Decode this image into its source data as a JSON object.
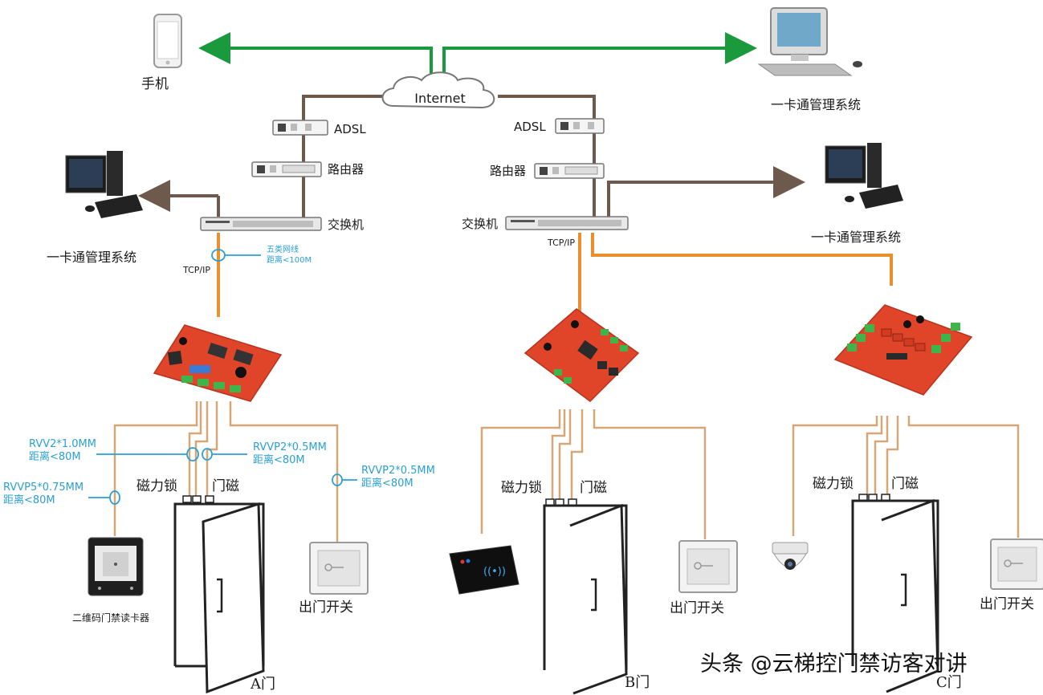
{
  "labels": {
    "phone": "手机",
    "internet": "Internet",
    "mgmt_top_right": "一卡通管理系统",
    "mgmt_left": "一卡通管理系统",
    "mgmt_right": "一卡通管理系统",
    "adsl_a": "ADSL",
    "adsl_b": "ADSL",
    "router_a": "路由器",
    "router_b": "路由器",
    "switch_a": "交换机",
    "switch_b": "交换机",
    "tcpip_a": "TCP/IP",
    "tcpip_b": "TCP/IP",
    "cat5_line1": "五类网线",
    "cat5_line2": "距离<100M",
    "rvv_a_1": "RVV2*1.0MM",
    "rvv_a_2": "距离<80M",
    "rvvp_a_1": "RVVP2*0.5MM",
    "rvvp_a_2": "距离<80M",
    "rvvp_b_1": "RVVP2*0.5MM",
    "rvvp_b_2": "距离<80M",
    "rvvp5_1": "RVVP5*0.75MM",
    "rvvp5_2": "距离<80M",
    "maglock_a": "磁力锁",
    "doorsensor_a": "门磁",
    "maglock_b": "磁力锁",
    "doorsensor_b": "门磁",
    "maglock_c": "磁力锁",
    "doorsensor_c": "门磁",
    "exit_a": "出门开关",
    "exit_b": "出门开关",
    "exit_c": "出门开关",
    "qr_reader": "二维码门禁读卡器",
    "door_a": "A门",
    "door_b": "B门",
    "door_c": "C门",
    "watermark": "头条 @云梯控门禁访客对讲"
  },
  "colors": {
    "green": "#1a9a3c",
    "brown": "#6e5a4c",
    "orange": "#e8902e",
    "tan": "#d7a676",
    "blue": "#2a9fd6",
    "board_red": "#e0452a",
    "relay_green": "#3fb44a"
  }
}
